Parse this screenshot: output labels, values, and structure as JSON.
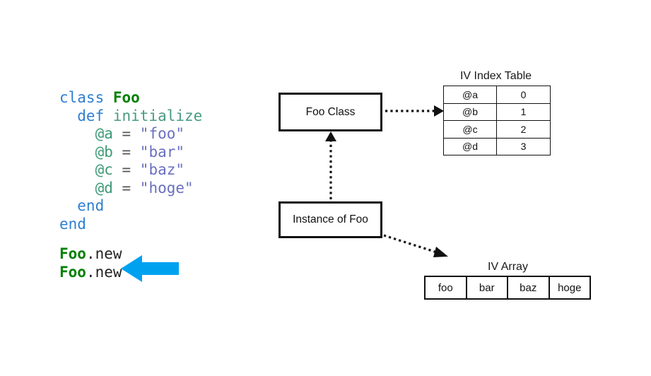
{
  "code": {
    "lines": [
      [
        {
          "t": "class ",
          "c": "kw"
        },
        {
          "t": "Foo",
          "c": "cls"
        }
      ],
      [
        {
          "t": "  def ",
          "c": "kw"
        },
        {
          "t": "initialize",
          "c": "meth"
        }
      ],
      [
        {
          "t": "    @a",
          "c": "ivar"
        },
        {
          "t": " = ",
          "c": "op"
        },
        {
          "t": "\"foo\"",
          "c": "str"
        }
      ],
      [
        {
          "t": "    @b",
          "c": "ivar"
        },
        {
          "t": " = ",
          "c": "op"
        },
        {
          "t": "\"bar\"",
          "c": "str"
        }
      ],
      [
        {
          "t": "    @c",
          "c": "ivar"
        },
        {
          "t": " = ",
          "c": "op"
        },
        {
          "t": "\"baz\"",
          "c": "str"
        }
      ],
      [
        {
          "t": "    @d",
          "c": "ivar"
        },
        {
          "t": " = ",
          "c": "op"
        },
        {
          "t": "\"hoge\"",
          "c": "str"
        }
      ],
      [
        {
          "t": "  end",
          "c": "kw"
        }
      ],
      [
        {
          "t": "end",
          "c": "kw"
        }
      ]
    ],
    "calls": [
      [
        {
          "t": "Foo",
          "c": "cls"
        },
        {
          "t": ".new",
          "c": "plain"
        }
      ],
      [
        {
          "t": "Foo",
          "c": "cls"
        },
        {
          "t": ".new",
          "c": "plain"
        }
      ]
    ]
  },
  "highlight_arrow": {
    "name": "cyan-left-arrow",
    "color": "#00a2f0",
    "direction": "left"
  },
  "diagram": {
    "boxes": {
      "foo_class": "Foo Class",
      "instance": "Instance of Foo"
    },
    "iv_index_table": {
      "caption": "IV Index Table",
      "rows": [
        {
          "key": "@a",
          "value": "0"
        },
        {
          "key": "@b",
          "value": "1"
        },
        {
          "key": "@c",
          "value": "2"
        },
        {
          "key": "@d",
          "value": "3"
        }
      ]
    },
    "iv_array": {
      "caption": "IV Array",
      "cells": [
        "foo",
        "bar",
        "baz",
        "hoge"
      ]
    },
    "connectors": [
      {
        "name": "foo-class-to-iv-index-table",
        "style": "dotted",
        "from": "foo_class",
        "to": "iv_index_table"
      },
      {
        "name": "instance-to-foo-class",
        "style": "dotted",
        "from": "instance",
        "to": "foo_class"
      },
      {
        "name": "instance-to-iv-array",
        "style": "dotted",
        "from": "instance",
        "to": "iv_array"
      }
    ]
  }
}
